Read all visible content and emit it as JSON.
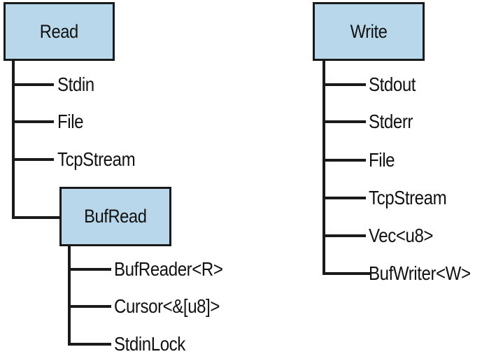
{
  "colors": {
    "box_fill": "#b8d7ea",
    "stroke": "#1a1a1a",
    "text": "#111111"
  },
  "read_tree": {
    "root": "Read",
    "children": [
      "Stdin",
      "File",
      "TcpStream"
    ],
    "subtree": {
      "root": "BufRead",
      "children": [
        "BufReader<R>",
        "Cursor<&[u8]>",
        "StdinLock"
      ]
    }
  },
  "write_tree": {
    "root": "Write",
    "children": [
      "Stdout",
      "Stderr",
      "File",
      "TcpStream",
      "Vec<u8>",
      "BufWriter<W>"
    ]
  }
}
